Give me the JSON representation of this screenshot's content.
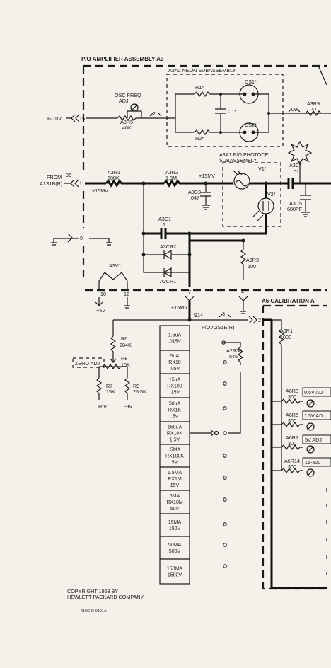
{
  "titles": {
    "assembly": "P/O AMPLIFIER ASSEMBLY A3",
    "neon": "A3A2 NEON SUBASSEMBLY",
    "photocell_1": "A3A1 P/O PHOTOCELL",
    "photocell_2": "SUBASSEMBLY",
    "calibration": "A6 CALIBRATION A",
    "switch": "P/O A2S1E(R)"
  },
  "labels": {
    "osc_1": "OSC FREQ",
    "osc_2": "ADJ",
    "plus270": "+270V",
    "t15": "15",
    "a3r5": "A3R5",
    "a3r5_val": "40K",
    "n2": "2",
    "n09": "09",
    "a3r9": "A3R9",
    "a3r9_val": "47",
    "r1": "R1*",
    "r2": "R2*",
    "c1": "C1*",
    "ds1": "DS1*",
    "ds2": "DS2*",
    "from_1": "FROM",
    "from_2": "A1S1B(R)",
    "n96": "96",
    "t1": "1",
    "plus15mv_a": "+15MV",
    "a3r1": "A3R1",
    "a3r1_val": "680K",
    "a3r2": "A3R2",
    "a3r2_val": "1.8M",
    "plus15mv_b": "+15MV",
    "v1": "V1*",
    "v2": "V2*",
    "a3c4": "A3C4",
    "a3c4_val": ".01",
    "a3c5": "A3C5",
    "a3c5_val": "680PF",
    "a3c2": "A3C2",
    "a3c2_val": ".047",
    "t9": "9",
    "a3c1": "A3C1",
    "a3c1_val": ".1",
    "a3cr2": "A3CR2",
    "a3cr1": "A3CR1",
    "a3r3": "A3R3",
    "a3r3_val": "100",
    "a3v1": "A3V1",
    "t10": "10",
    "t12": "12",
    "t7": "7",
    "t4": "4",
    "plus6v_a": "+6V",
    "plus15mv_c": "+15MV",
    "n914": "914",
    "n3": "3",
    "t2": "2",
    "r6": "R6",
    "r6_val": "284K",
    "r8": "R8",
    "r8_val": "10K",
    "zero_adj": "ZERO ADJ",
    "r7": "R7",
    "r7_val": "15K",
    "r9": "R9",
    "r9_val": "25.5K",
    "plus6v_b": "+6V",
    "minus9v": "-9V",
    "a2r30": "A2R30",
    "a2r30_val": "845",
    "a6r1": "A6R1",
    "a6r1_val": "1000",
    "a6r3": "A6R3",
    "a6r3_val": "300",
    "a6r5": "A6R5",
    "a6r5_val": "300",
    "a6r7": "A6R7",
    "a6r7_val": "300",
    "a6r14": "A6R14",
    "a6r14_val": "300",
    "cal_1": "0.5V AD",
    "cal_2": "1.5V AD",
    "cal_3": "5V ADJ",
    "cal_4": "15-500",
    "copyright_1": "COPYRIGHT 1963 BY",
    "copyright_2": "HEWLETT-PACKARD COMPANY",
    "drawing_no": "410C-D-0191A"
  },
  "ranges": [
    [
      "1.5uA",
      ".015V"
    ],
    [
      "5uA",
      "RX10",
      ".05V"
    ],
    [
      "15uA",
      "RX100",
      ".15V"
    ],
    [
      "50uA",
      "RX1K",
      ".5V"
    ],
    [
      "150uA",
      "RX10K",
      "1.5V"
    ],
    [
      ".5MA",
      "RX100K",
      "5V"
    ],
    [
      "1.5MA",
      "RX1M",
      "15V"
    ],
    [
      "5MA",
      "RX10M",
      "50V"
    ],
    [
      "15MA",
      "150V"
    ],
    [
      "50MA",
      "500V"
    ],
    [
      "150MA",
      "1500V"
    ]
  ]
}
